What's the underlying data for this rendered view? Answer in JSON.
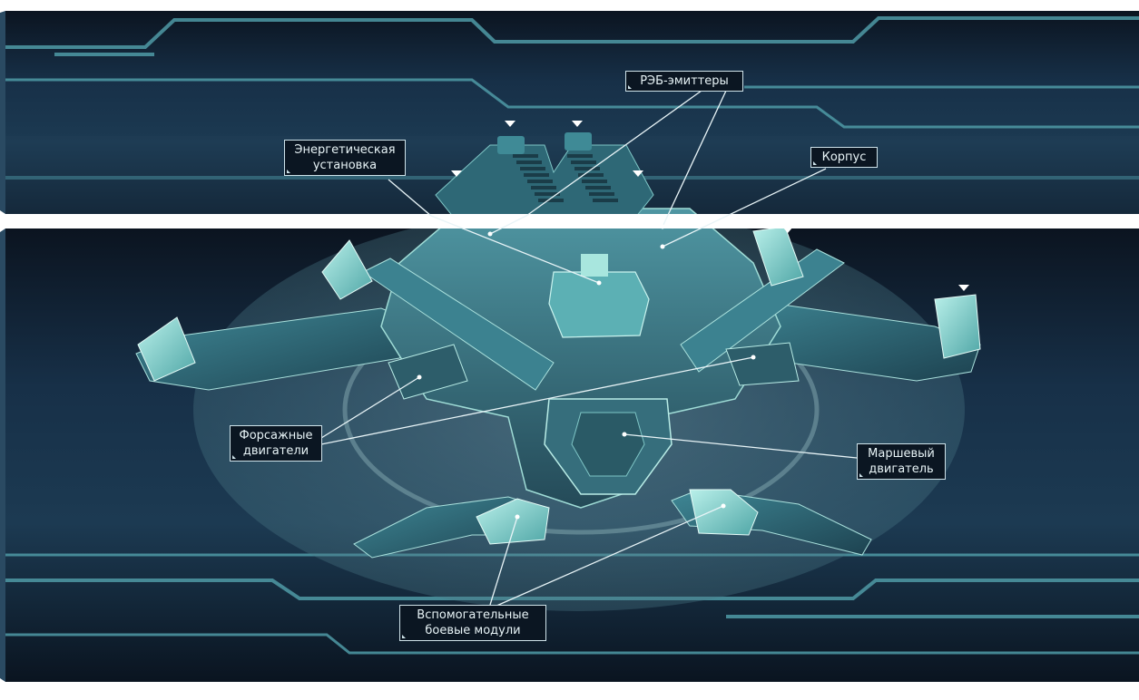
{
  "colors": {
    "background": "#ffffff",
    "panel_bg": "#0e1a28",
    "panel_mid": "#1e3a50",
    "circuit": "#4f9aa6",
    "ship_hull": "#3d7f8d",
    "ship_highlight": "#8fd4d4",
    "callout_border": "#cfe3ea",
    "callout_text": "#e8f4f7"
  },
  "icons": [
    "marker-triangle-icon"
  ],
  "labels": {
    "reb_emitters": "РЭБ-эмиттеры",
    "power_plant": [
      "Энергетическая",
      "установка"
    ],
    "hull": "Корпус",
    "afterburners": [
      "Форсажные",
      "двигатели"
    ],
    "main_engine": [
      "Маршевый",
      "двигатель"
    ],
    "aux_modules": [
      "Вспомогательные",
      "боевые модули"
    ]
  }
}
